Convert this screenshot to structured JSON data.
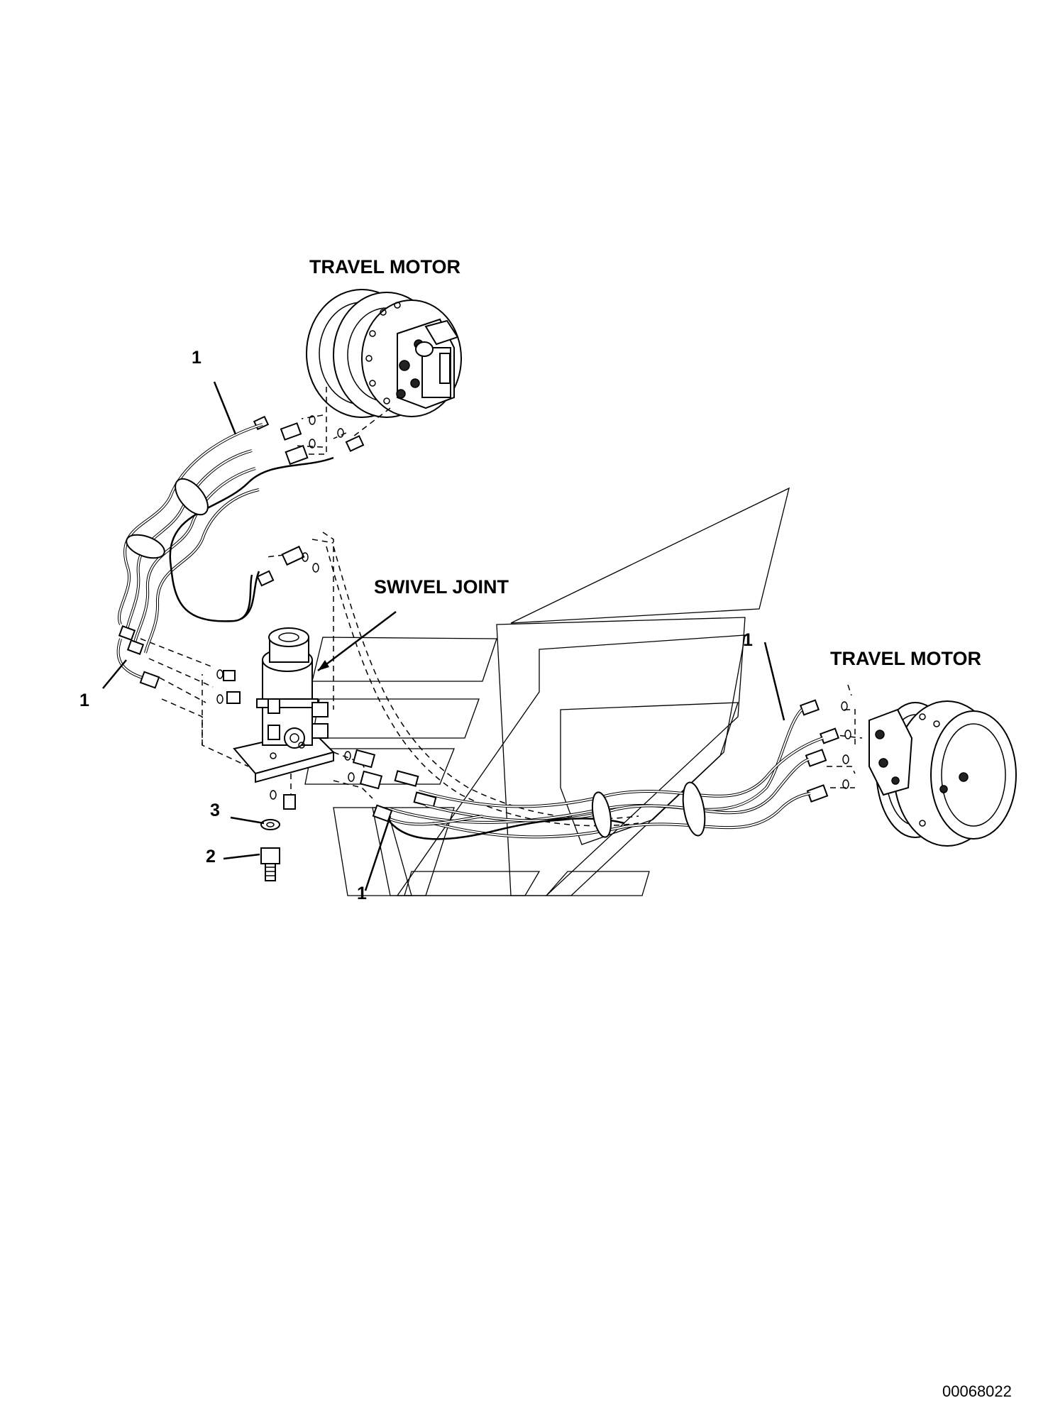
{
  "labels": {
    "travel_motor_top": "TRAVEL MOTOR",
    "travel_motor_right": "TRAVEL MOTOR",
    "swivel_joint": "SWIVEL JOINT"
  },
  "callouts": {
    "hose_top": "1",
    "hose_left": "1",
    "hose_right": "1",
    "hose_bottom": "1",
    "washer": "3",
    "bolt": "2"
  },
  "drawing_number": "00068022"
}
